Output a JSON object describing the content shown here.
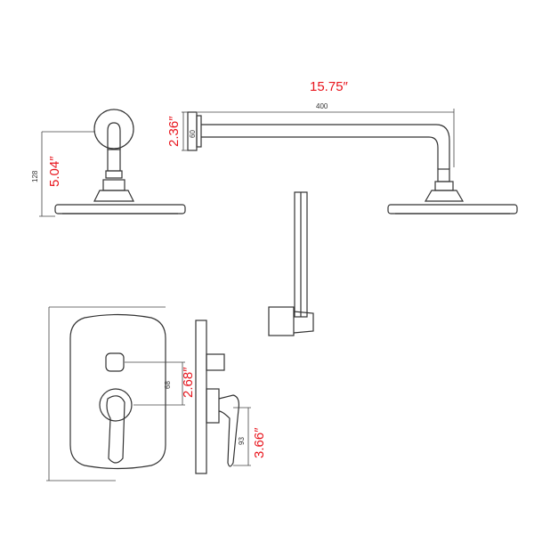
{
  "dimensions": {
    "arm_length": {
      "imperial": "15.75″",
      "metric": "400"
    },
    "arm_plate_height": {
      "imperial": "2.36″",
      "metric": "60"
    },
    "head_drop": {
      "imperial": "5.04″",
      "metric": "128"
    },
    "valve_spacing": {
      "imperial": "2.68″",
      "metric": "68"
    },
    "lever_length": {
      "imperial": "3.66″",
      "metric": "93"
    }
  },
  "colors": {
    "dimension_text": "#e8141c",
    "line": "#333333"
  }
}
